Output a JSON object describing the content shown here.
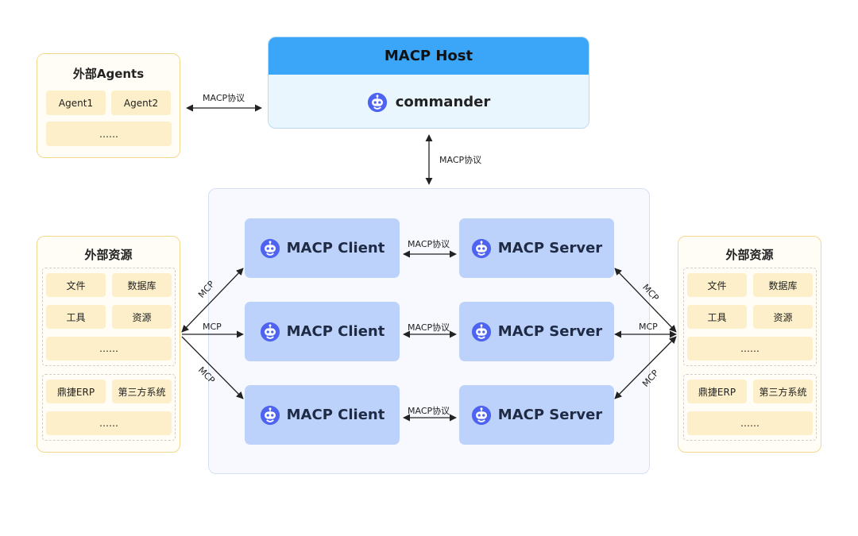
{
  "host": {
    "title": "MACP Host",
    "agent_label": "commander"
  },
  "external_agents": {
    "title": "外部Agents",
    "items": [
      "Agent1",
      "Agent2",
      "……"
    ]
  },
  "resources_left": {
    "title": "外部资源",
    "group1": [
      "文件",
      "数据库",
      "工具",
      "资源",
      "……"
    ],
    "group2": [
      "鼎捷ERP",
      "第三方系统",
      "……"
    ]
  },
  "resources_right": {
    "title": "外部资源",
    "group1": [
      "文件",
      "数据库",
      "工具",
      "资源",
      "……"
    ],
    "group2": [
      "鼎捷ERP",
      "第三方系统",
      "……"
    ]
  },
  "pairs": [
    {
      "client": "MACP Client",
      "server": "MACP Server",
      "link": "MACP协议"
    },
    {
      "client": "MACP Client",
      "server": "MACP Server",
      "link": "MACP协议"
    },
    {
      "client": "MACP Client",
      "server": "MACP Server",
      "link": "MACP协议"
    }
  ],
  "edges": {
    "agents_host": "MACP协议",
    "host_cluster": "MACP协议",
    "left": [
      "MCP",
      "MCP",
      "MCP"
    ],
    "right": [
      "MCP",
      "MCP",
      "MCP"
    ]
  },
  "colors": {
    "host_header": "#3ba6f8",
    "host_body": "#eaf6fe",
    "node_fill": "#bcd2fb",
    "robot_icon": "#4e63ef",
    "panel_border": "#f3d98e",
    "chip_fill": "#fcefc9"
  }
}
